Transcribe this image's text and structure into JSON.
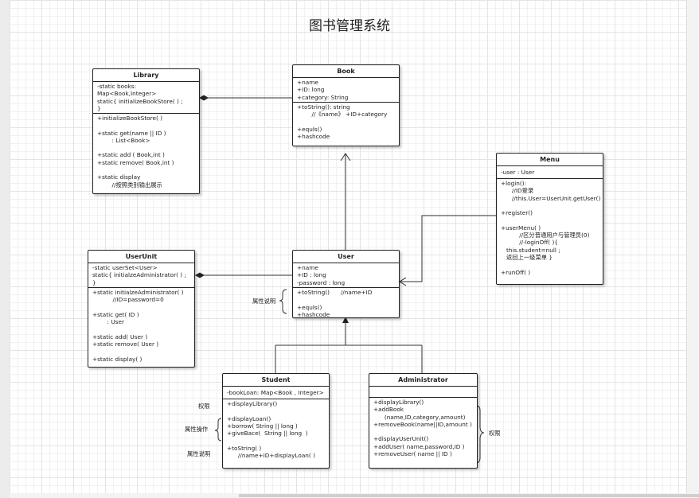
{
  "diagram_title": "图书管理系统",
  "classes": {
    "library": {
      "name": "Library",
      "attributes": "-static books:\nMap<Book,Integer>\nstatic{ initializeBookStore( ) ;\n}",
      "methods": "+initializeBookStore( )\n\n+static get(name || ID )\n        : List<Book>\n\n+static add ( Book,int )\n+static remove( Book,int )\n\n+static display\n        //按照类别输出展示"
    },
    "book": {
      "name": "Book",
      "attributes": "+name\n+ID: long\n+category: String",
      "methods": "+toString(): string\n        //《name》 +ID+category\n\n+equls()\n+hashcode"
    },
    "menu": {
      "name": "Menu",
      "attributes": "-user : User",
      "methods": "+login():\n      //ID登录\n      //this.User=UserUnit.getUser()\n\n+register()\n\n+userMenu( )\n          //区分普通用户与管理员(0)\n          //-loginOff( ){\n   this.student=null ;\n   返回上一级菜单 }\n\n+runOff( )"
    },
    "userunit": {
      "name": "UserUnit",
      "attributes": "-static userSet<User>\nstatic{ initialzeAdministrator( ) ;\n}",
      "methods": "+static initialzeAdministrator( )\n           //ID=password=0\n\n+static get( ID )\n        : User\n\n+static add( User )\n+static remove( User )\n\n+static display( )"
    },
    "user": {
      "name": "User",
      "attributes": "+name\n+ID : long\n-password : long",
      "methods": "+toString()      //name+ID\n\n+equls()\n+hashcode"
    },
    "student": {
      "name": "Student",
      "attributes": "-bookLoan: Map<Book , Integer>",
      "methods": "+displayLibrary()\n\n+displayLoan()\n+borrow( String || long )\n+giveBace(  String || long  )\n\n+toString( )\n      //name+ID+displayLoan( )"
    },
    "administrator": {
      "name": "Administrator",
      "attributes": "",
      "methods": "+displayLibrary()\n+addBook\n      (name,ID,category,amount)\n+removeBook(name||ID,amount )\n\n+displayUserUnit()\n+addUser( name,password,ID )\n+removeUser( name || ID )"
    }
  },
  "annotations": {
    "user_attr_note": "属性说明",
    "student_perm": "权限",
    "student_ops": "属性操作",
    "student_attr_note": "属性说明",
    "admin_perm": "权限"
  }
}
